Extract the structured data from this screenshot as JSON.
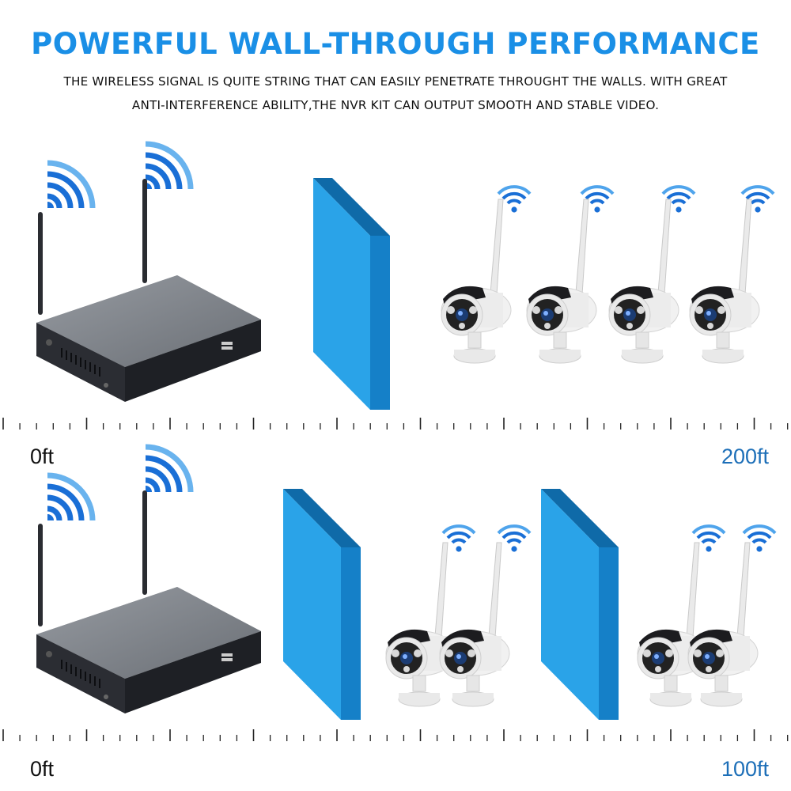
{
  "header": {
    "title": "POWERFUL WALL-THROUGH PERFORMANCE",
    "subtitle_line1": "THE WIRELESS SIGNAL IS QUITE STRING THAT CAN EASILY PENETRATE THROUGHT THE WALLS. WITH GREAT",
    "subtitle_line2": "ANTI-INTERFERENCE ABILITY,THE NVR KIT CAN OUTPUT SMOOTH AND STABLE VIDEO."
  },
  "scene1": {
    "start_label": "0ft",
    "end_label": "200ft",
    "walls": 1,
    "cameras": 4
  },
  "scene2": {
    "start_label": "0ft",
    "end_label": "100ft",
    "walls": 2,
    "cameras": 4
  },
  "colors": {
    "title": "#1a8fe6",
    "wifi": "#1a6fd6",
    "wall_front": "#2aa3e8",
    "wall_side": "#1580c8",
    "wall_top": "#0f6aa8",
    "distance_label": "#1d6fb8"
  },
  "icons": [
    "wifi-icon",
    "nvr-recorder-icon",
    "bullet-camera-icon",
    "wall-icon",
    "distance-ruler"
  ]
}
